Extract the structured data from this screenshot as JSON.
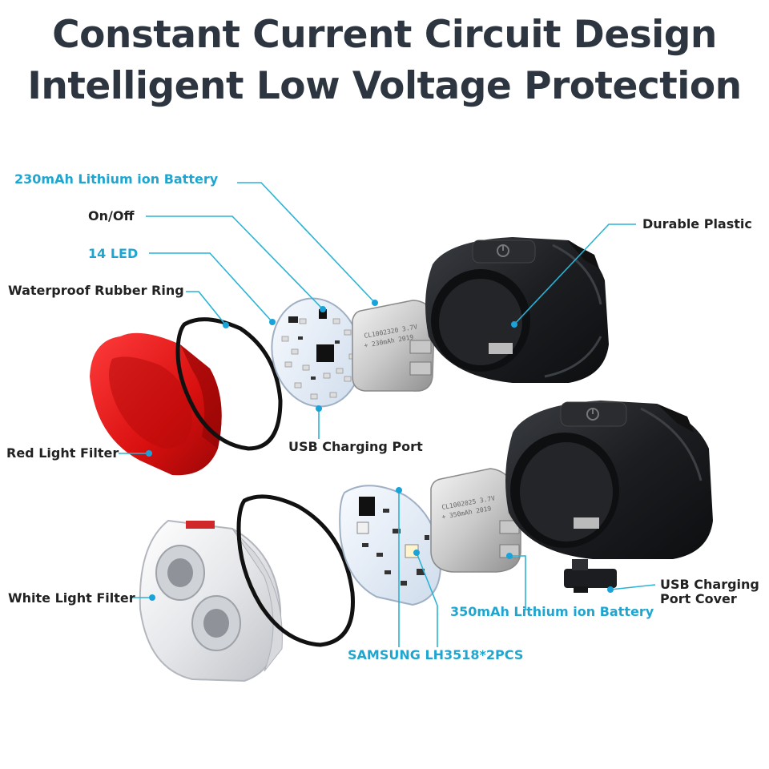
{
  "headline": {
    "line1": "Constant Current Circuit Design",
    "line2": "Intelligent Low Voltage Protection"
  },
  "callouts": {
    "battery_230": "230mAh Lithium ion Battery",
    "on_off": "On/Off",
    "led_14": "14 LED",
    "rubber_ring": "Waterproof Rubber Ring",
    "durable_plastic": "Durable Plastic",
    "red_filter": "Red Light Filter",
    "usb_port": "USB Charging Port",
    "white_filter": "White Light Filter",
    "usb_cover_1": "USB Charging",
    "usb_cover_2": "Port Cover",
    "battery_350": "350mAh Lithium ion Battery",
    "samsung_led": "SAMSUNG LH3518*2PCS"
  },
  "battery_print": {
    "top_line1": "CL1002320 3.7V",
    "top_line2": "+ 230mAh 2019",
    "bottom_line1": "CL1002025 3.7V",
    "bottom_line2": "+ 350mAh 2019"
  },
  "colors": {
    "heading": "#2d3640",
    "accent_label": "#1fa6d0",
    "leader": "#2bb3d6",
    "red_filter": "#e21a1a",
    "housing": "#1d1f22"
  }
}
